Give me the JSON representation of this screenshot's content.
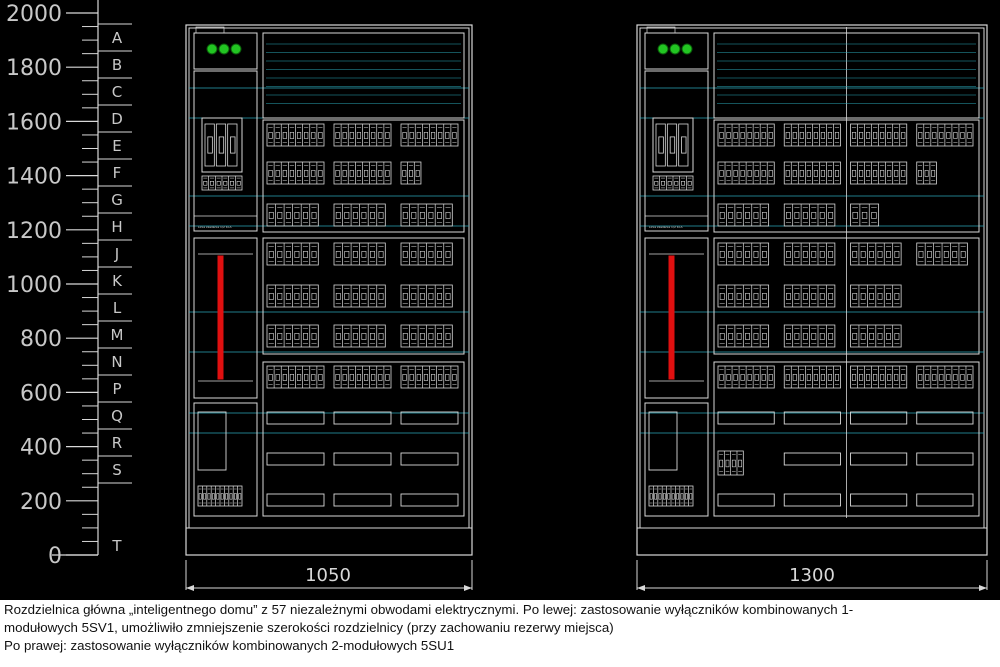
{
  "scale": {
    "values": [
      "2000",
      "1800",
      "1600",
      "1400",
      "1200",
      "1000",
      "800",
      "600",
      "400",
      "200",
      "0"
    ],
    "rows": [
      "A",
      "B",
      "C",
      "D",
      "E",
      "F",
      "G",
      "H",
      "J",
      "K",
      "L",
      "M",
      "N",
      "P",
      "Q",
      "R",
      "S",
      "T"
    ]
  },
  "boards": [
    {
      "width_label": "1050",
      "strip_label": "Linia zasilania 1/2 bl.A"
    },
    {
      "width_label": "1300",
      "strip_label": "Linia zasilania 1/2 bl.A"
    }
  ],
  "caption": {
    "line1": "Rozdzielnica główna „inteligentnego domu” z 57 niezależnymi obwodami elektrycznymi.  Po lewej: zastosowanie wyłączników kombinowanych 1-",
    "line2": "modułowych 5SV1, umożliwiło zmniejszenie szerokości rozdzielnicy (przy zachowaniu rezerwy miejsca)",
    "line3": "Po prawej: zastosowanie wyłączników kombinowanych 2-modułowych 5SU1"
  },
  "colors": {
    "background": "#000000",
    "lines": "#d9d9d9",
    "guides": "#2aa7b8",
    "busbar": "#e01010",
    "leds": "#22c522",
    "caption_text": "#111111"
  }
}
